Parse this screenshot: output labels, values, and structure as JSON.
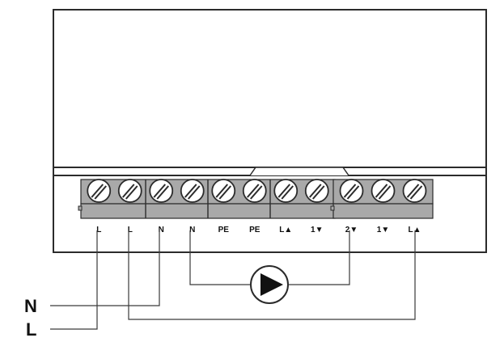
{
  "diagram": {
    "blocks": [
      {
        "name": "block-left",
        "terminals": [
          "L",
          "L",
          "N",
          "N",
          "PE",
          "PE",
          "L▲",
          "1▼"
        ]
      },
      {
        "name": "block-right",
        "terminals": [
          "2▼",
          "1▼",
          "L▲"
        ]
      }
    ],
    "supply": {
      "neutral_label": "N",
      "live_label": "L"
    },
    "pump": {
      "icon": "pump-icon"
    },
    "colors": {
      "stroke": "#2b2b2b",
      "block_fill": "#a9a9a9",
      "screw_fill": "#ffffff"
    }
  }
}
